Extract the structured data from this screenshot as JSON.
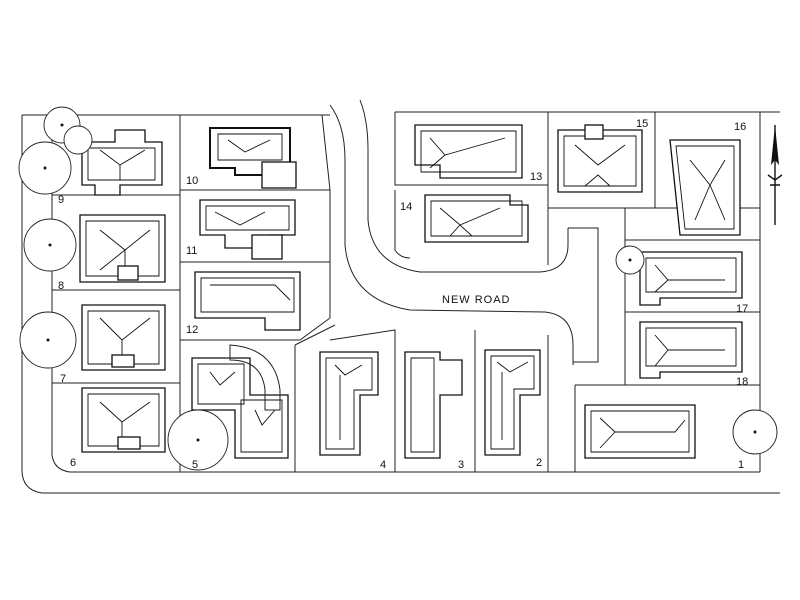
{
  "road": {
    "name": "NEW ROAD"
  },
  "lots": [
    {
      "id": "1",
      "label": "1"
    },
    {
      "id": "2",
      "label": "2"
    },
    {
      "id": "3",
      "label": "3"
    },
    {
      "id": "4",
      "label": "4"
    },
    {
      "id": "5",
      "label": "5"
    },
    {
      "id": "6",
      "label": "6"
    },
    {
      "id": "7",
      "label": "7"
    },
    {
      "id": "8",
      "label": "8"
    },
    {
      "id": "9",
      "label": "9"
    },
    {
      "id": "10",
      "label": "10"
    },
    {
      "id": "11",
      "label": "11"
    },
    {
      "id": "12",
      "label": "12"
    },
    {
      "id": "13",
      "label": "13"
    },
    {
      "id": "14",
      "label": "14"
    },
    {
      "id": "15",
      "label": "15"
    },
    {
      "id": "16",
      "label": "16"
    },
    {
      "id": "17",
      "label": "17"
    },
    {
      "id": "18",
      "label": "18"
    }
  ],
  "north_arrow": {
    "icon": "north-arrow-icon"
  }
}
